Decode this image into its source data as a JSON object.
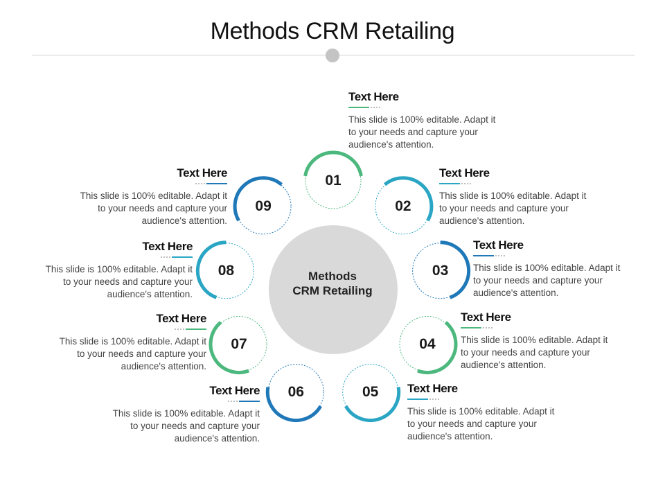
{
  "title": "Methods CRM Retailing",
  "center": {
    "line1": "Methods",
    "line2": "CRM Retailing"
  },
  "colors": {
    "green": "#4cb87e",
    "teal": "#2aa6c4",
    "blue": "#1f78b8",
    "center_gray": "#d9d9d9",
    "dashed": "#9ec9d8"
  },
  "steps": [
    {
      "number": "01",
      "heading": "Text Here",
      "body": "This slide is 100% editable. Adapt it to your needs and capture your audience's attention."
    },
    {
      "number": "02",
      "heading": "Text Here",
      "body": "This slide is 100% editable. Adapt it to your needs and capture your audience's attention."
    },
    {
      "number": "03",
      "heading": "Text Here",
      "body": "This slide is 100% editable. Adapt it to your needs and capture your audience's attention."
    },
    {
      "number": "04",
      "heading": "Text Here",
      "body": "This slide is 100% editable. Adapt it to your needs and capture your audience's attention."
    },
    {
      "number": "05",
      "heading": "Text Here",
      "body": "This slide is 100% editable. Adapt it to your needs and capture your audience's attention."
    },
    {
      "number": "06",
      "heading": "Text Here",
      "body": "This slide is 100% editable. Adapt it to your needs and capture your audience's attention."
    },
    {
      "number": "07",
      "heading": "Text Here",
      "body": "This slide is 100% editable. Adapt it to your needs and capture your audience's attention."
    },
    {
      "number": "08",
      "heading": "Text Here",
      "body": "This slide is 100% editable. Adapt it to your needs and capture your audience's attention."
    },
    {
      "number": "09",
      "heading": "Text Here",
      "body": "This slide is 100% editable. Adapt it to your needs and capture your audience's attention."
    }
  ]
}
